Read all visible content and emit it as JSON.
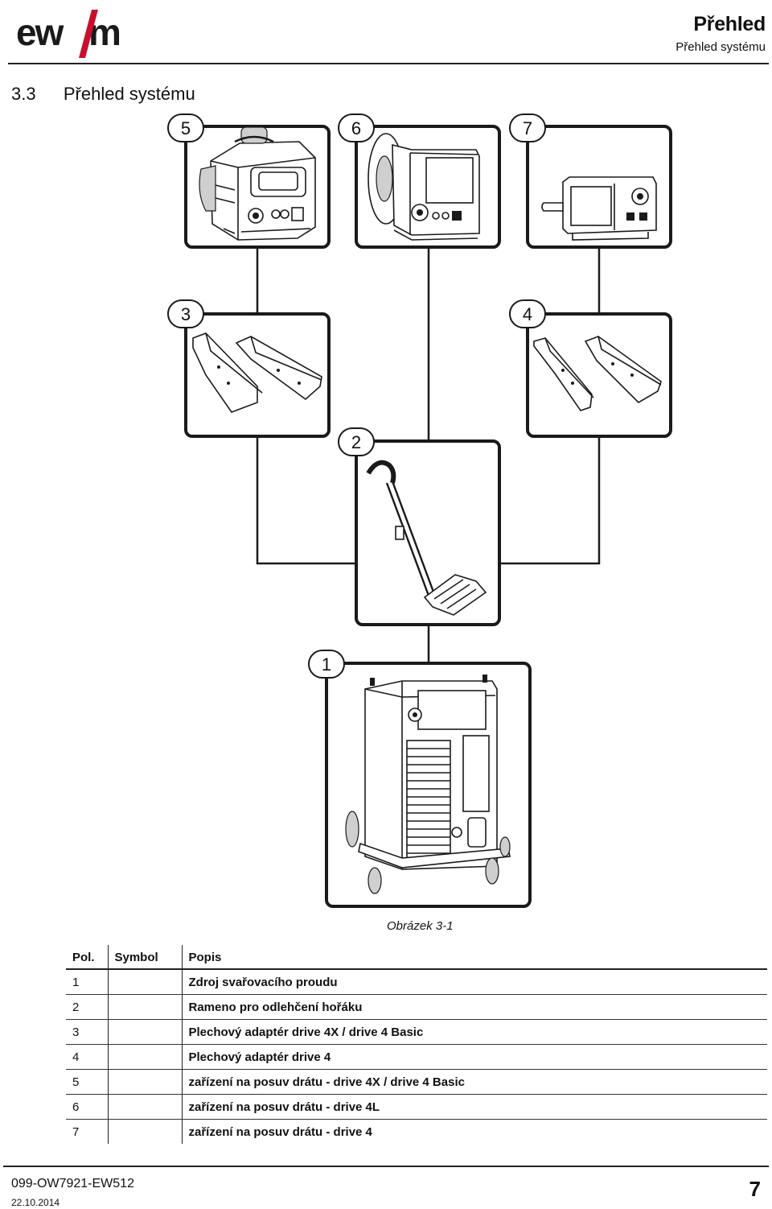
{
  "header": {
    "logo_text": "ewm",
    "title": "Přehled",
    "subtitle": "Přehled systému"
  },
  "section": {
    "number": "3.3",
    "title": "Přehled systému"
  },
  "figure": {
    "caption": "Obrázek 3-1",
    "items": [
      {
        "number": "5",
        "depicts": "wire-feeder-drive-4x"
      },
      {
        "number": "6",
        "depicts": "wire-feeder-drive-4l"
      },
      {
        "number": "7",
        "depicts": "wire-feeder-drive-4"
      },
      {
        "number": "3",
        "depicts": "sheet-adapter-drive-4x"
      },
      {
        "number": "4",
        "depicts": "sheet-adapter-drive-4"
      },
      {
        "number": "2",
        "depicts": "torch-support-arm"
      },
      {
        "number": "1",
        "depicts": "welding-power-source"
      }
    ]
  },
  "legend": {
    "headers": {
      "pos": "Pol.",
      "symbol": "Symbol",
      "desc": "Popis"
    },
    "rows": [
      {
        "pos": "1",
        "symbol": "",
        "desc": "Zdroj svařovacího proudu"
      },
      {
        "pos": "2",
        "symbol": "",
        "desc": "Rameno pro odlehčení hořáku"
      },
      {
        "pos": "3",
        "symbol": "",
        "desc": "Plechový adaptér drive 4X / drive 4 Basic"
      },
      {
        "pos": "4",
        "symbol": "",
        "desc": "Plechový adaptér drive 4"
      },
      {
        "pos": "5",
        "symbol": "",
        "desc": "zařízení na posuv drátu - drive 4X / drive 4 Basic"
      },
      {
        "pos": "6",
        "symbol": "",
        "desc": "zařízení na posuv drátu - drive 4L"
      },
      {
        "pos": "7",
        "symbol": "",
        "desc": "zařízení na posuv drátu - drive 4"
      }
    ]
  },
  "footer": {
    "doc_number": "099-OW7921-EW512",
    "date": "22.10.2014",
    "page": "7"
  },
  "colors": {
    "ink": "#111111",
    "panel_fill": "#ffffff",
    "shade": "#cfcfcf"
  }
}
